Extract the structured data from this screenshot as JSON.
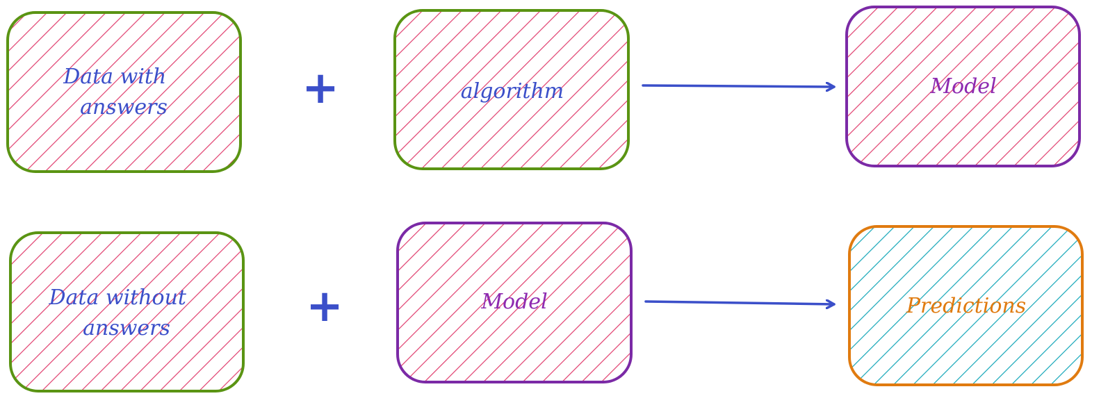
{
  "colors": {
    "hatch_pink": "#e03e6e",
    "hatch_teal": "#14a6b8",
    "border_green": "#5a9413",
    "border_purple": "#7b2aa6",
    "border_orange": "#e07b10",
    "text_blue": "#3b4fc9",
    "text_purple": "#8e2ab0",
    "text_orange": "#e07b10",
    "arrow_blue": "#3b4fc9"
  },
  "rows": [
    {
      "input": {
        "lines": [
          "Data with",
          "answers"
        ]
      },
      "operator": "+",
      "middle": {
        "lines": [
          "algorithm"
        ]
      },
      "output": {
        "lines": [
          "Model"
        ]
      }
    },
    {
      "input": {
        "lines": [
          "Data without",
          "answers"
        ]
      },
      "operator": "+",
      "middle": {
        "lines": [
          "Model"
        ]
      },
      "output": {
        "lines": [
          "Predictions"
        ]
      }
    }
  ]
}
